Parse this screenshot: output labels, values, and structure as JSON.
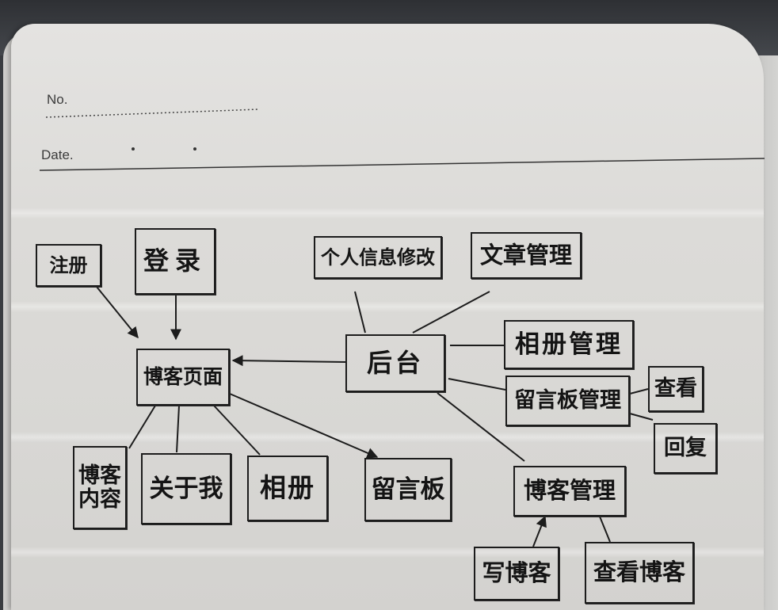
{
  "header": {
    "no_label": "No.",
    "date_label": "Date."
  },
  "diagram": {
    "nodes": {
      "register": "注册",
      "login": "登录",
      "profile_edit": "个人信息修改",
      "article_manage": "文章管理",
      "blog_page": "博客页面",
      "backend": "后台",
      "album_manage": "相册管理",
      "guestbook_manage": "留言板管理",
      "view": "查看",
      "reply": "回复",
      "blog_content_line1": "博客",
      "blog_content_line2": "内容",
      "about_me": "关于我",
      "album": "相册",
      "guestbook": "留言板",
      "blog_manage": "博客管理",
      "write_blog": "写博客",
      "view_blog": "查看博客"
    }
  },
  "colors": {
    "paper": "#dcdbd8",
    "ink": "#1c1c1c",
    "backdrop": "#3a3c40"
  }
}
